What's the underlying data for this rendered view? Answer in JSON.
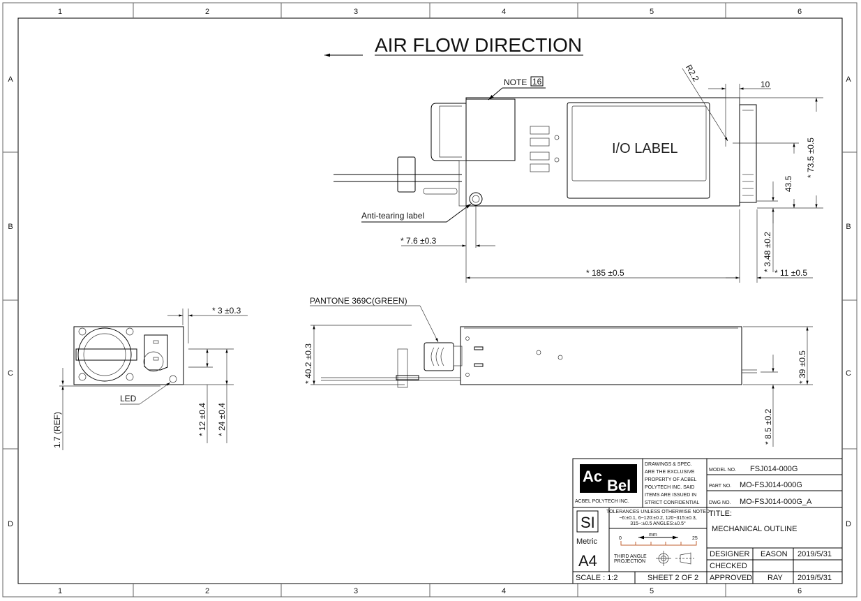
{
  "zones": {
    "columns": [
      "1",
      "2",
      "3",
      "4",
      "5",
      "6"
    ],
    "rows": [
      "A",
      "B",
      "C",
      "D"
    ]
  },
  "heading": "AIR FLOW DIRECTION",
  "top_view": {
    "note_label": "NOTE",
    "note_number": "16",
    "io_label": "I/O LABEL",
    "anti_tearing": "Anti-tearing label",
    "dims": {
      "r": "R2.2",
      "d10": "10",
      "d73": "* 73.5 ±0.5",
      "d43": "43.5",
      "d7_6": "* 7.6 ±0.3",
      "d185": "* 185 ±0.5",
      "d3_48": "* 3.48 ±0.2",
      "d11": "* 11 ±0.5"
    }
  },
  "end_view": {
    "led": "LED",
    "dims": {
      "d3": "* 3 ±0.3",
      "d1_7": "1.7 (REF)",
      "d12": "* 12 ±0.4",
      "d24": "* 24 ±0.4"
    }
  },
  "side_view": {
    "pantone": "PANTONE 369C(GREEN)",
    "dims": {
      "d40": "* 40.2 ±0.3",
      "d39": "* 39 ±0.5",
      "d8_5": "* 8.5 ±0.2"
    }
  },
  "title_block": {
    "logo_top": "Ac",
    "logo_bottom": "Bel",
    "company": "ACBEL POLYTECH INC.",
    "notice": [
      "DRAWINGS & SPEC.",
      "ARE THE EXCLUSIVE",
      "PROPERTY OF ACBEL",
      "POLYTECH INC. SAID",
      "ITEMS ARE ISSUED IN",
      "STRICT CONFIDENTIAL"
    ],
    "model_label": "MODEL NO.",
    "model_value": "FSJ014-000G",
    "part_label": "PART NO.",
    "part_value": "MO-FSJ014-000G",
    "dwg_label": "DWG NO.",
    "dwg_value": "MO-FSJ014-000G_A",
    "units": "SI",
    "system": "Metric",
    "size": "A4",
    "tolerances": [
      "TOLERANCES UNLESS OTHERWISE NOTED",
      "~6:±0.1, 6~120:±0.2, 120~315:±0.3,",
      "315~:±0.5 ANGLES:±0.5°"
    ],
    "scale_unit": "mm",
    "scale_min": "0",
    "scale_max": "25",
    "projection": [
      "THIRD ANGLE",
      "PROJECTION"
    ],
    "title_label": "TITLE:",
    "title_value": "MECHANICAL OUTLINE",
    "designer_label": "DESIGNER",
    "designer": "EASON",
    "designer_date": "2019/5/31",
    "checked_label": "CHECKED",
    "approved_label": "APPROVED",
    "approver": "RAY",
    "approved_date": "2019/5/31",
    "scale": "SCALE : 1:2",
    "sheet": "SHEET 2 OF 2"
  }
}
